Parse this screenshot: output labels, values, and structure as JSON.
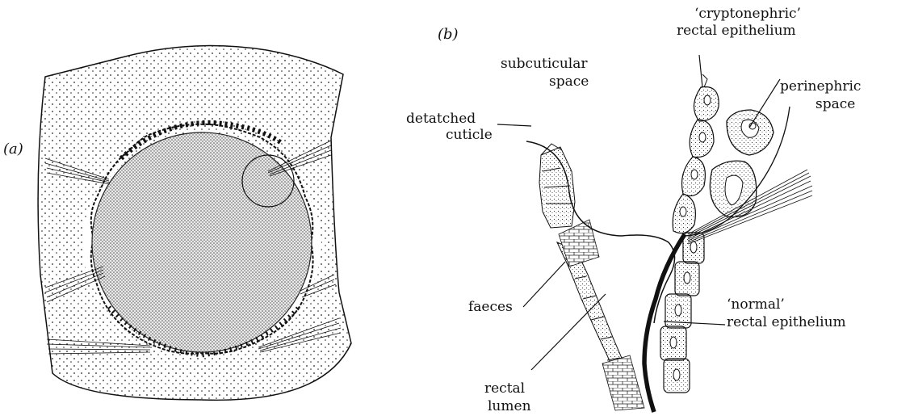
{
  "panels": {
    "a": "(a)",
    "b": "(b)"
  },
  "labels": {
    "cryptonephric_1": "‘cryptonephric’",
    "cryptonephric_2": "rectal epithelium",
    "subcuticular_1": "subcuticular",
    "subcuticular_2": "space",
    "perinephric_1": "perinephric",
    "perinephric_2": "space",
    "detached_1": "detatched",
    "detached_2": "cuticle",
    "faeces": "faeces",
    "normal_1": "‘normal’",
    "normal_2": "rectal epithelium",
    "rectal_1": "rectal",
    "rectal_2": "lumen"
  }
}
